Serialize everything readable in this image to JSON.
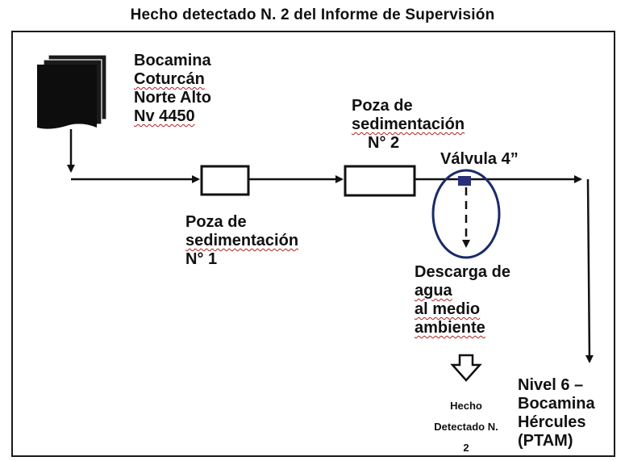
{
  "title": "Hecho detectado N. 2 del Informe de Supervisión",
  "bocamina": {
    "line1": "Bocamina",
    "line2": "Coturcán",
    "line3": "Norte Alto",
    "line4": "Nv 4450"
  },
  "poza2": {
    "line1": "Poza de",
    "line2": "sedimentación",
    "line3": "N° 2"
  },
  "valvula": "Válvula 4”",
  "poza1": {
    "line1": "Poza de",
    "line2": "sedimentación",
    "line3": "N° 1"
  },
  "descarga": {
    "line1": "Descarga de",
    "line2": "agua",
    "line3": "al medio",
    "line4": "ambiente"
  },
  "hecho": {
    "line1": "Hecho",
    "line2": "Detectado N.",
    "line3": "2"
  },
  "nivel": {
    "line1": "Nivel 6 –",
    "line2": "Bocamina",
    "line3": "Hércules",
    "line4": "(PTAM)"
  },
  "colors": {
    "ink": "#111111",
    "ellipse": "#1a2a6a",
    "valve": "#2a2f7a"
  }
}
